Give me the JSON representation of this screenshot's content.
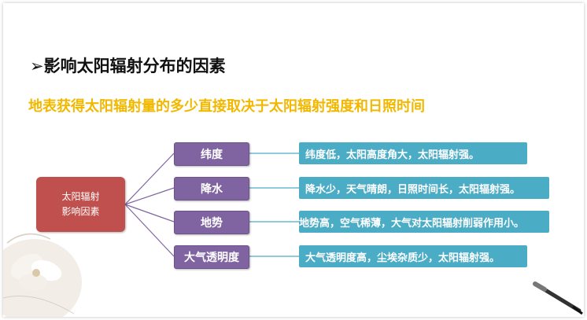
{
  "slide": {
    "title": "影响太阳辐射分布的因素",
    "title_marker": "➢",
    "subtitle": "地表获得太阳辐射量的多少直接取决于太阳辐射强度和日照时间"
  },
  "diagram": {
    "root": {
      "line1": "太阳辐射",
      "line2": "影响因素"
    },
    "branches": [
      {
        "label": "纬度",
        "description": "纬度低，太阳高度角大，太阳辐射强。"
      },
      {
        "label": "降水",
        "description": "降水少，天气晴朗，日照时间长，太阳辐射强。"
      },
      {
        "label": "地势",
        "description": "地势高，空气稀薄，大气对太阳辐射削弱作用小。"
      },
      {
        "label": "大气透明度",
        "description": "大气透明度高，尘埃杂质少，太阳辐射强。"
      }
    ]
  },
  "colors": {
    "root": "#c0504d",
    "category": "#8064a2",
    "description": "#4bacc6",
    "subtitle": "#f2b800"
  }
}
